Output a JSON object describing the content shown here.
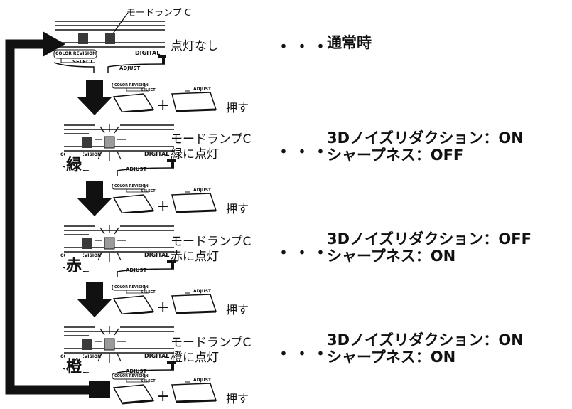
{
  "callout": {
    "lamp_c_label": "モードランプ C"
  },
  "states": [
    {
      "lamp_label_line1": "点灯なし",
      "lamp_label_line2": "",
      "dots": "・・・",
      "status_line1": "通常時",
      "status_line2": "",
      "lamp_state": "off",
      "kanji": ""
    },
    {
      "lamp_label_line1": "モードランプC",
      "lamp_label_line2": "緑に点灯",
      "dots": "・・・",
      "status_line1": "3Dノイズリダクション：ON",
      "status_line2": "シャープネス：OFF",
      "lamp_state": "green",
      "kanji": "緑"
    },
    {
      "lamp_label_line1": "モードランプC",
      "lamp_label_line2": "赤に点灯",
      "dots": "・・・",
      "status_line1": "3Dノイズリダクション：OFF",
      "status_line2": "シャープネス：ON",
      "lamp_state": "red",
      "kanji": "赤"
    },
    {
      "lamp_label_line1": "モードランプC",
      "lamp_label_line2": "橙に点灯",
      "dots": "・・・",
      "status_line1": "3Dノイズリダクション：ON",
      "status_line2": "シャープネス：ON",
      "lamp_state": "orange",
      "kanji": "橙"
    }
  ],
  "panel_text": {
    "color_revision": "COLOR REVISION",
    "select": "SELECT",
    "adjust": "ADJUST",
    "digital": "DIGITAL"
  },
  "step_text": {
    "color_revision": "COLOR REVISION",
    "select": "SELECT",
    "adjust": "ADJUST",
    "plus": "+",
    "push": "押す"
  },
  "colors": {
    "ink": "#111111",
    "lamp_off": "#3a3a3a",
    "lamp_lit": "#9a9a9a"
  }
}
